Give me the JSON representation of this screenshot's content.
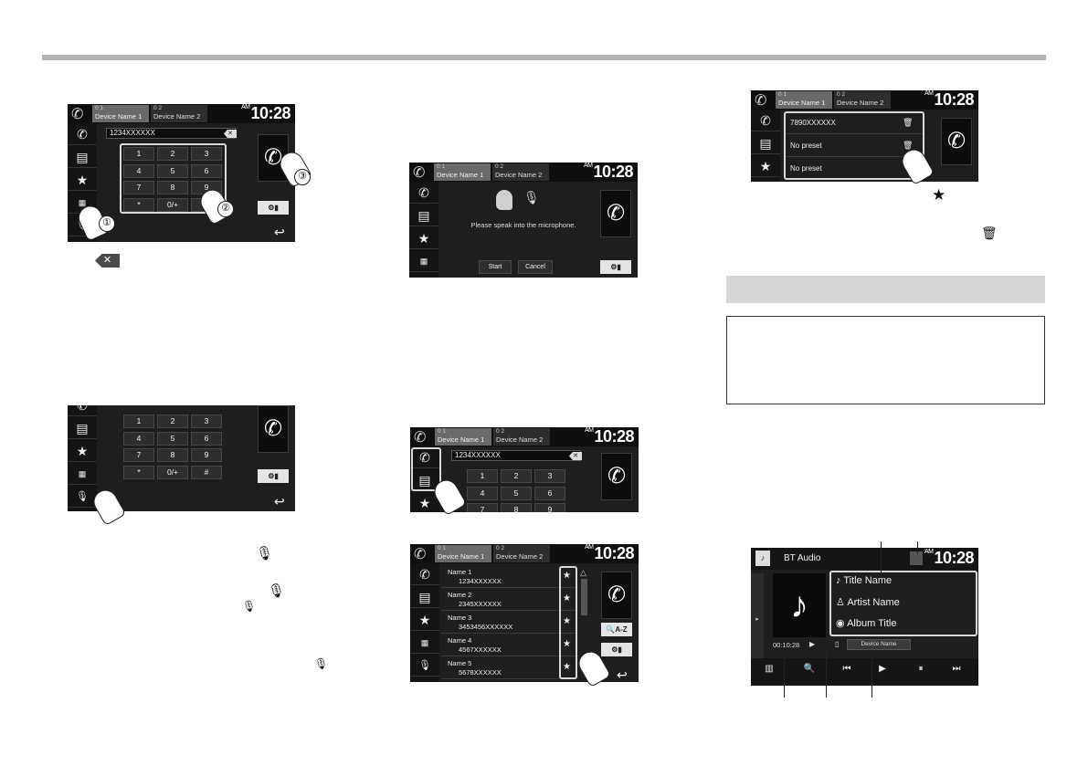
{
  "header": {
    "dev1_num": "0 1",
    "dev1_name": "Device Name 1",
    "dev2_num": "0 2",
    "dev2_name": "Device Name 2",
    "ampm": "AM",
    "time": "10:28"
  },
  "dial": {
    "number": "1234XXXXXX",
    "keys": [
      "1",
      "2",
      "3",
      "4",
      "5",
      "6",
      "7",
      "8",
      "9",
      "*",
      "0/+",
      "#"
    ]
  },
  "callouts": [
    "①",
    "②",
    "③"
  ],
  "voice": {
    "prompt": "Please speak into the microphone.",
    "start_label": "Start",
    "cancel_label": "Cancel"
  },
  "presets": {
    "items": [
      "7890XXXXXX",
      "No preset",
      "No preset"
    ]
  },
  "contacts": {
    "entries": [
      {
        "name": "Name 1",
        "number": "1234XXXXXX"
      },
      {
        "name": "Name 2",
        "number": "2345XXXXXX"
      },
      {
        "name": "Name 3",
        "number": "3453456XXXXXX"
      },
      {
        "name": "Name 4",
        "number": "4567XXXXXX"
      },
      {
        "name": "Name 5",
        "number": "5678XXXXXX"
      }
    ],
    "az_label": "A-Z"
  },
  "bt_audio": {
    "source": "BT Audio",
    "title": "Title Name",
    "artist": "Artist Name",
    "album": "Album Title",
    "play_time": "00:10:28",
    "device": "Device Name"
  },
  "icons": {
    "phone": "phone-icon",
    "mic": "microphone-icon",
    "star": "star-icon",
    "trash": "trash-icon",
    "delete": "backspace-icon"
  },
  "colors": {
    "screen_bg": "#1e1e1e",
    "highlight": "#d8d8d8",
    "rule": "#b4b4b4",
    "section_bar": "#d6d6d6"
  }
}
